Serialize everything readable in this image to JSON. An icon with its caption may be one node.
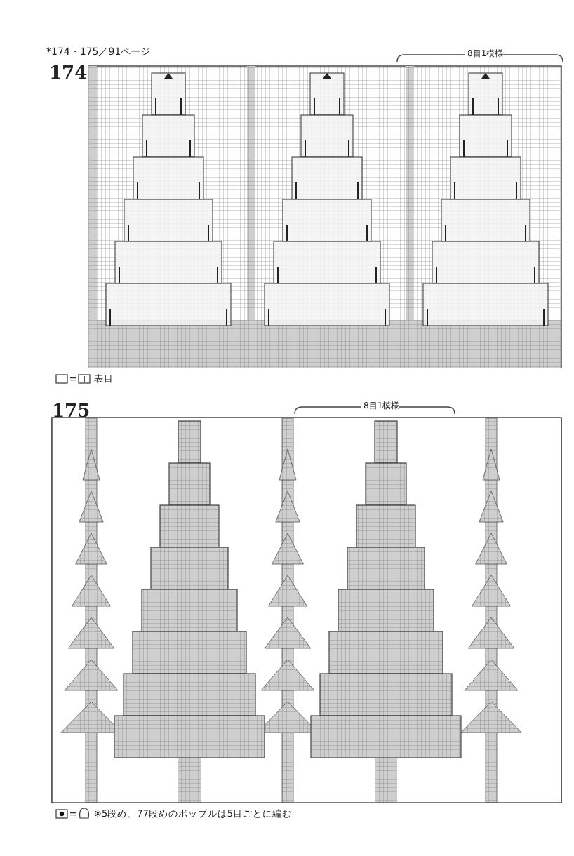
{
  "diagram": {
    "labels": [
      "*174・175／91ページ",
      "174",
      "8目1模様",
      "175",
      "8目1模様",
      "※5段め、77段めのボッブルは5目ごとに編む"
    ],
    "legend": [
      {
        "text": "表目"
      }
    ]
  }
}
